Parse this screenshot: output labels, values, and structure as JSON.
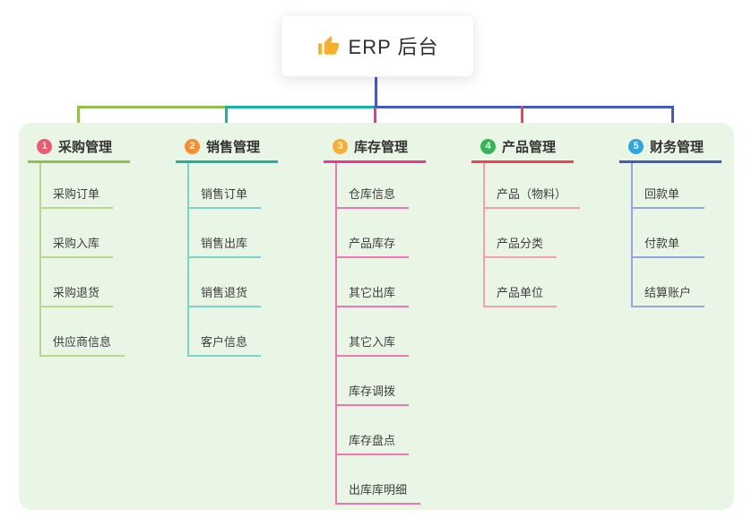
{
  "root": {
    "title": "ERP 后台",
    "icon": "thumbs-up-icon"
  },
  "columns": [
    {
      "badge": "1",
      "title": "采购管理",
      "items": [
        "采购订单",
        "采购入库",
        "采购退货",
        "供应商信息"
      ],
      "colors": {
        "badge": "#f05a6e",
        "main": "#94c14e",
        "light": "#b6d98b"
      }
    },
    {
      "badge": "2",
      "title": "销售管理",
      "items": [
        "销售订单",
        "销售出库",
        "销售退货",
        "客户信息"
      ],
      "colors": {
        "badge": "#f78e2d",
        "main": "#17b3a6",
        "light": "#7ad4c9"
      }
    },
    {
      "badge": "3",
      "title": "库存管理",
      "items": [
        "仓库信息",
        "产品库存",
        "其它出库",
        "其它入库",
        "库存调拨",
        "库存盘点",
        "出库库明细"
      ],
      "colors": {
        "badge": "#f9ae33",
        "main": "#e8399b",
        "light": "#f175b4"
      }
    },
    {
      "badge": "4",
      "title": "产品管理",
      "items": [
        "产品（物料）",
        "产品分类",
        "产品单位"
      ],
      "colors": {
        "badge": "#35b556",
        "main": "#ef4151",
        "light": "#f8a0a8"
      }
    },
    {
      "badge": "5",
      "title": "财务管理",
      "items": [
        "回款单",
        "付款单",
        "结算账户"
      ],
      "colors": {
        "badge": "#2ea6e2",
        "main": "#4459c4",
        "light": "#92a5e4"
      }
    }
  ],
  "panel_background": "#eaf6e5",
  "root_line_color": "#4459c4"
}
